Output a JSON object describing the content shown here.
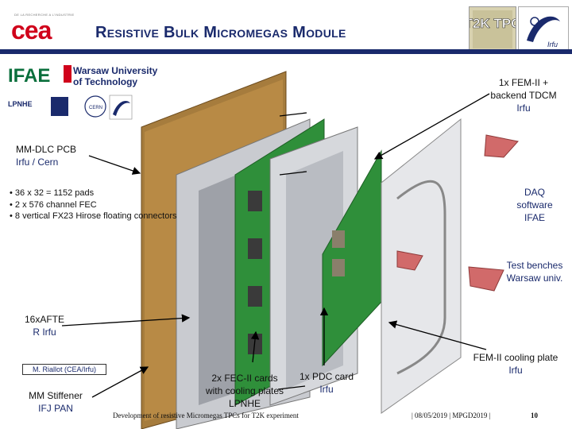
{
  "header": {
    "org_caption": "DE LA RECHERCHE A L'INDUSTRIE",
    "org_logo": "cea",
    "title": "Resistive Bulk Micromegas Module",
    "partner_logos": [
      "T2K TPC",
      "Irfu"
    ]
  },
  "institutions": {
    "ifae": "IFAE",
    "warsaw_line1": "Warsaw University",
    "warsaw_line2": "of Technology",
    "small": [
      "LPNHE",
      "IFJ PAN",
      "CERN",
      "Irfu"
    ]
  },
  "labels": {
    "fem_line1": "1x FEM-II +",
    "fem_line2": "backend TDCM",
    "fem_line3": "Irfu",
    "pcb_line1": "MM-DLC PCB",
    "pcb_line2": "Irfu / Cern",
    "daq_line1": "DAQ",
    "daq_line2": "software",
    "daq_line3": "IFAE",
    "test_line1": "Test benches",
    "test_line2": "Warsaw univ.",
    "afte_line1": "16xAFTE",
    "afte_line2": "R Irfu",
    "stiff_line1": "MM Stiffener",
    "stiff_line2": "IFJ PAN",
    "fec_line1": "2x FEC-II cards",
    "fec_line2": "with cooling plates",
    "fec_line3": "LPNHE",
    "pdc_line1": "1x PDC card",
    "pdc_line2": "Irfu",
    "cool_line1": "FEM-II cooling plate",
    "cool_line2": "Irfu"
  },
  "bullets": [
    "• 36 x 32 = 1152 pads",
    "• 2 x 576 channel FEC",
    "• 8 vertical FX23 Hirose floating connectors"
  ],
  "author": "M. Riallot (CEA/Irfu)",
  "footer": {
    "title": "Development of resistive Micromegas TPCs for T2K experiment",
    "date": "| 08/05/2019 | MPGD2019 |",
    "page": "10"
  }
}
